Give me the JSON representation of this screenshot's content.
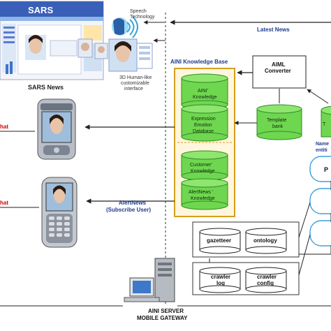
{
  "labels": {
    "sars_banner": "SARS",
    "sars_news": "SARS News",
    "speech_line1": "Speech",
    "speech_line2": "Technology",
    "avatar_line1": "3D Human-like",
    "avatar_line2": "customizable",
    "avatar_line3": "interface",
    "latest_news": "Latest News",
    "kb_title": "AINI Knowledge Base",
    "aiml_line1": "AIML",
    "aiml_line2": "Converter",
    "aini_kb_line1": "AINI'",
    "aini_kb_line2": "Knowledge",
    "expr_line1": "Expression",
    "expr_line2": "Emotion",
    "expr_line3": "Database",
    "customer_line1": "Customer'",
    "customer_line2": "Knowledge",
    "alert_kb_line1": "AlertNews '",
    "alert_kb_line2": "Knowledge",
    "template_line1": "Template",
    "template_line2": "bank",
    "named_line1": "Name",
    "named_line2": "entiti",
    "p_partial": "P",
    "chat_1": "hat",
    "chat_2": "hat",
    "alertnews_line1": "AlertNews",
    "alertnews_line2": "(Subscribe User)",
    "gazetteer": "gazetteer",
    "ontology": "ontology",
    "crawler_log_line1": "crawler",
    "crawler_log_line2": "log",
    "crawler_config_line1": "crawler",
    "crawler_config_line2": "config",
    "server_line1": "AINI SERVER",
    "server_line2": "MOBILE GATEWAY"
  },
  "colors": {
    "cylinder_green": "#6fd650",
    "cylinder_dark": "#2f8a25",
    "kb_border": "#d4a020",
    "kb_fill": "#f6d36a",
    "chat_red": "#cc0000",
    "label_blue": "#1f3c8c",
    "line": "#333333"
  }
}
